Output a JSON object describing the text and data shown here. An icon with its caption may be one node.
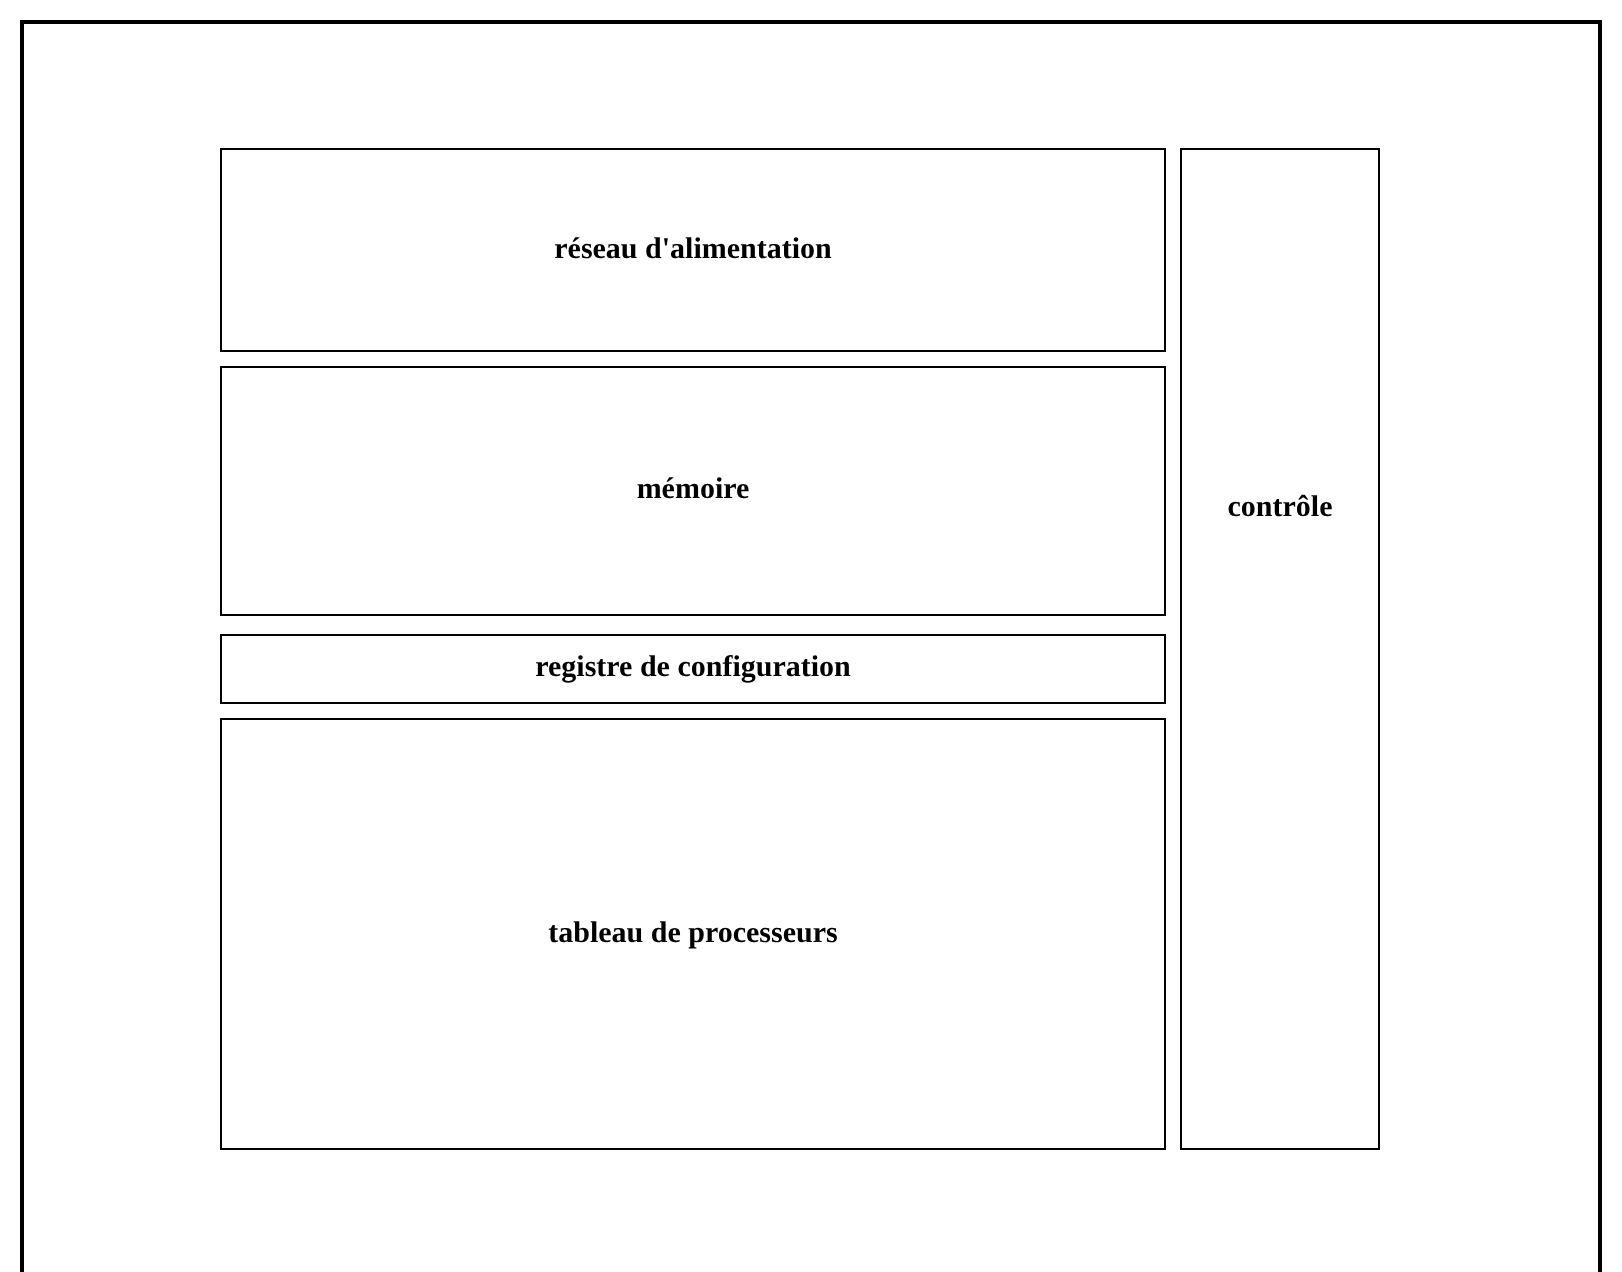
{
  "diagram": {
    "nodes": [
      {
        "text": [],
        "shape": "box"
      },
      {
        "text": [
          "réseau d'alimentation"
        ],
        "in": 0
      },
      {
        "text": [
          "mémoire"
        ],
        "in": 0
      },
      {
        "text": [
          "registre de configuration"
        ],
        "in": 0
      },
      {
        "text": [
          "tableau de processeurs"
        ],
        "in": 0
      },
      {
        "text": [
          "contrôle"
        ],
        "in": 0
      }
    ]
  }
}
